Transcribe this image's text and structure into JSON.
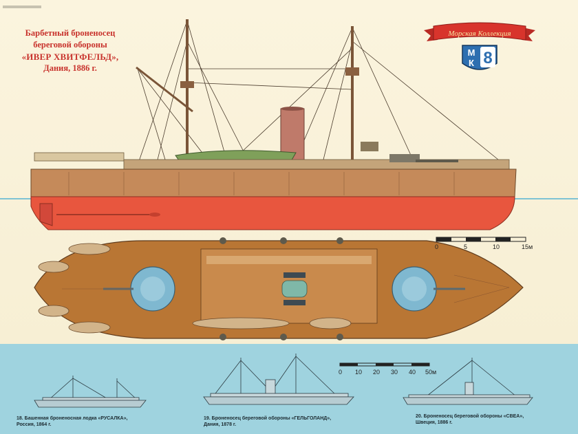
{
  "title": {
    "line1": "Барбетный броненосец",
    "line2": "береговой обороны",
    "line3": "«ИВЕР ХВИТФЕЛЬД»,",
    "line4": "Дания, 1886 г."
  },
  "logo": {
    "ribbon_text": "Морская Коллекция",
    "letters_left_top": "М",
    "letters_left_bottom": "К",
    "issue_number": "8"
  },
  "scale_small": {
    "ticks": [
      "0",
      "5",
      "10",
      "15м"
    ]
  },
  "scale_big": {
    "ticks": [
      "0",
      "10",
      "20",
      "30",
      "40",
      "50м"
    ]
  },
  "captions": [
    {
      "line1": "18. Башенная броненосная лодка «РУСАЛКА»,",
      "line2": "Россия, 1864 г."
    },
    {
      "line1": "19. Броненосец береговой обороны «ГЕЛЬГОЛАНД»,",
      "line2": "Дания, 1878 г."
    },
    {
      "line1": "20. Броненосец береговой обороны «СВЕА»,",
      "line2": "Швеция, 1886 г."
    }
  ],
  "colors": {
    "title_red": "#c8332d",
    "hull_red": "#e8563e",
    "hull_brown": "#c58a5a",
    "deck_brown": "#b97634",
    "turret_blue": "#7fb8d0",
    "sea_band": "#9fd3df",
    "logo_red": "#d8342c",
    "logo_blue": "#2e6fb0"
  },
  "icons": {
    "logo": "emblem-icon",
    "ship_side": "ship-profile-illustration",
    "ship_top": "ship-plan-illustration"
  }
}
